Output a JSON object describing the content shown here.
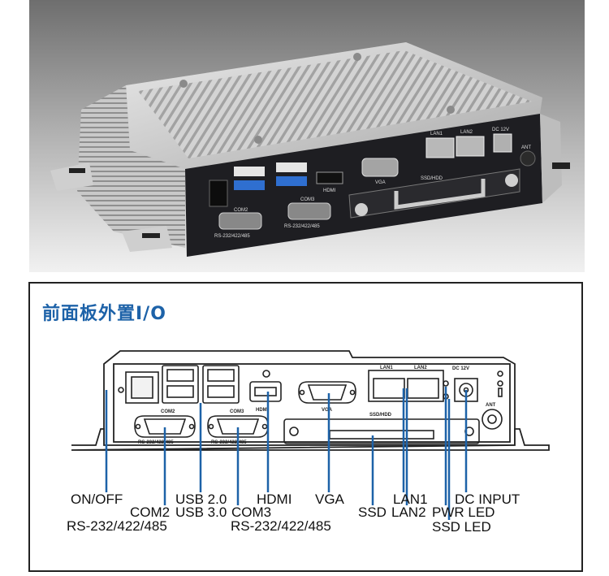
{
  "photo": {
    "port_labels": {
      "lan1": "LAN1",
      "lan2": "LAN2",
      "dc": "DC 12V",
      "ant": "ANT",
      "hdmi": "HDMI",
      "vga": "VGA",
      "ssd_hdd": "SSD/HDD",
      "com2": "COM2",
      "com3": "COM3",
      "rs_a": "RS-232/422/485",
      "rs_b": "RS-232/422/485"
    }
  },
  "diagram": {
    "title": "前面板外置I/O",
    "panel_labels": {
      "lan1": "LAN1",
      "lan2": "LAN2",
      "dc": "DC 12V",
      "ant": "ANT",
      "hdmi": "HDMI",
      "vga": "VGA",
      "ssd_hdd": "SSD/HDD",
      "com2": "COM2",
      "com3": "COM3",
      "rs_a": "RS-232/422/485",
      "rs_b": "RS-232/422/485"
    },
    "callouts": {
      "on_off": "ON/OFF",
      "com2": "COM2",
      "com2_rs": "RS-232/422/485",
      "usb20": "USB 2.0",
      "usb30": "USB 3.0",
      "com3": "COM3",
      "com3_rs": "RS-232/422/485",
      "hdmi": "HDMI",
      "vga": "VGA",
      "ssd": "SSD",
      "lan1": "LAN1",
      "lan2": "LAN2",
      "pwr_led": "PWR LED",
      "ssd_led": "SSD LED",
      "dc_input": "DC INPUT"
    },
    "leader_color": "#1d62a8",
    "title_color": "#1d62a8"
  }
}
